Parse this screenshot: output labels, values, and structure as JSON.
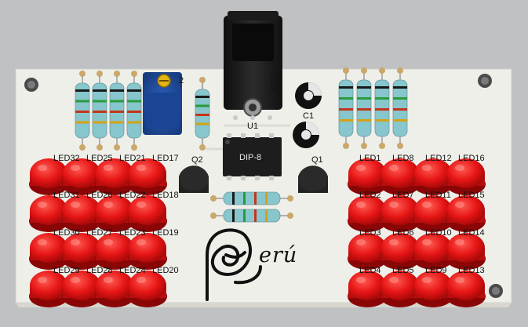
{
  "board": {
    "colors": {
      "background": "#bfc1c3",
      "board": "#efefea",
      "led": "#e61515",
      "led_dark": "#a40808",
      "chip": "#1d1d1d",
      "pot": "#1f4fa0",
      "resistor_blue": "#86c6cc",
      "resistor_tan": "#d8c58e"
    },
    "components": {
      "dc_jack": "DC1",
      "regulator": "U1",
      "chip_package": "DIP-8",
      "capacitor": "C1",
      "transistor_left": "Q2",
      "transistor_right": "Q1",
      "pot_ref": "2"
    },
    "logo": {
      "text": "erú",
      "icon": "spiral-logo-icon"
    },
    "led_labels": {
      "left": [
        [
          "LED32",
          "LED25",
          "LED21",
          "LED17"
        ],
        [
          "LED31",
          "LED26",
          "LED22",
          "LED18"
        ],
        [
          "LED30",
          "LED27",
          "LED23",
          "LED19"
        ],
        [
          "LED29",
          "LED28",
          "LED24",
          "LED20"
        ]
      ],
      "right": [
        [
          "LED1",
          "LED8",
          "LED12",
          "LED16"
        ],
        [
          "LED2",
          "LED7",
          "LED11",
          "LED15"
        ],
        [
          "LED3",
          "LED6",
          "LED10",
          "LED14"
        ],
        [
          "LED4",
          "LED5",
          "LED9",
          "LED13"
        ]
      ]
    }
  }
}
